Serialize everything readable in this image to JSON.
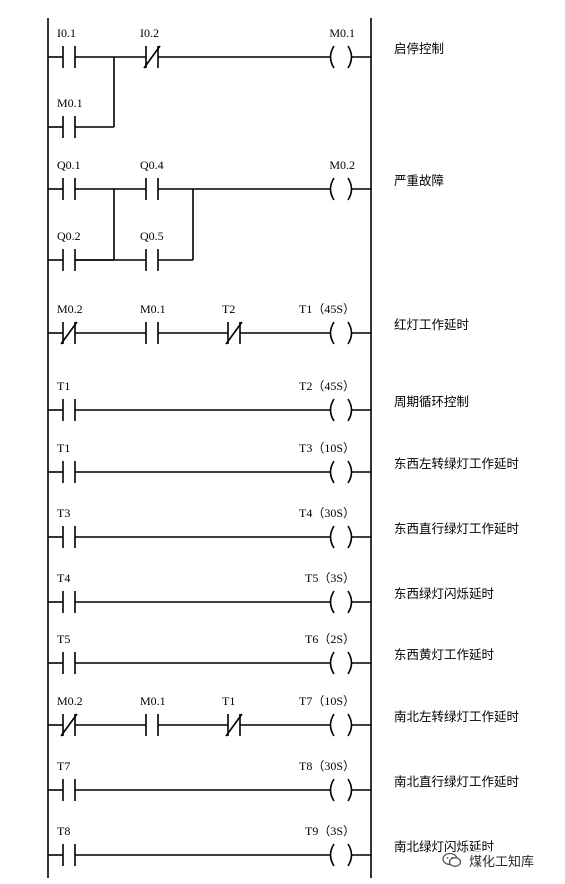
{
  "rungs": [
    {
      "coil": "M0.1",
      "comment": "启停控制",
      "contacts": [
        {
          "label": "I0.1",
          "type": "NO"
        },
        {
          "label": "I0.2",
          "type": "NC"
        }
      ],
      "branches": [
        {
          "label": "M0.1",
          "type": "NO",
          "parallel_to": 0
        }
      ]
    },
    {
      "coil": "M0.2",
      "comment": "严重故障",
      "contacts": [
        {
          "label": "Q0.1",
          "type": "NO"
        },
        {
          "label": "Q0.4",
          "type": "NO"
        }
      ],
      "branches": [
        {
          "label": "Q0.2",
          "type": "NO",
          "parallel_to": 0
        },
        {
          "label": "Q0.5",
          "type": "NO",
          "parallel_to": 1
        }
      ]
    },
    {
      "coil": "T1（45S）",
      "comment": "红灯工作延时",
      "contacts": [
        {
          "label": "M0.2",
          "type": "NC"
        },
        {
          "label": "M0.1",
          "type": "NO"
        },
        {
          "label": "T2",
          "type": "NC"
        }
      ]
    },
    {
      "coil": "T2（45S）",
      "comment": "周期循环控制",
      "contacts": [
        {
          "label": "T1",
          "type": "NO"
        }
      ]
    },
    {
      "coil": "T3（10S）",
      "comment": "东西左转绿灯工作延时",
      "contacts": [
        {
          "label": "T1",
          "type": "NO"
        }
      ]
    },
    {
      "coil": "T4（30S）",
      "comment": "东西直行绿灯工作延时",
      "contacts": [
        {
          "label": "T3",
          "type": "NO"
        }
      ]
    },
    {
      "coil": "T5（3S）",
      "comment": "东西绿灯闪烁延时",
      "contacts": [
        {
          "label": "T4",
          "type": "NO"
        }
      ]
    },
    {
      "coil": "T6（2S）",
      "comment": "东西黄灯工作延时",
      "contacts": [
        {
          "label": "T5",
          "type": "NO"
        }
      ]
    },
    {
      "coil": "T7（10S）",
      "comment": "南北左转绿灯工作延时",
      "contacts": [
        {
          "label": "M0.2",
          "type": "NC"
        },
        {
          "label": "M0.1",
          "type": "NO"
        },
        {
          "label": "T1",
          "type": "NC"
        }
      ]
    },
    {
      "coil": "T8（30S）",
      "comment": "南北直行绿灯工作延时",
      "contacts": [
        {
          "label": "T7",
          "type": "NO"
        }
      ]
    },
    {
      "coil": "T9（3S）",
      "comment": "南北绿灯闪烁延时",
      "contacts": [
        {
          "label": "T8",
          "type": "NO"
        }
      ]
    }
  ],
  "watermark": {
    "text": "煤化工知库",
    "icon": "wechat-icon"
  }
}
